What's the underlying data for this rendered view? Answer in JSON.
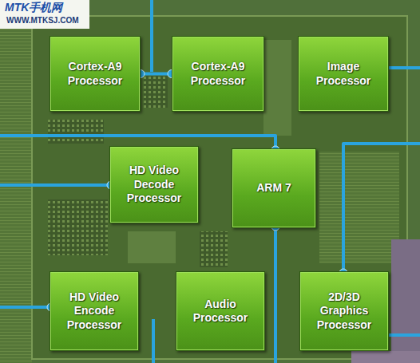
{
  "diagram": {
    "nodes": [
      {
        "text": [
          "Cortex-A9 Processor"
        ]
      },
      {
        "text": [
          "Cortex-A9 Processor"
        ]
      },
      {
        "text": [
          "Image Processor"
        ]
      },
      {
        "text": [
          "HD Video Decode Processor"
        ]
      },
      {
        "text": [
          "ARM 7"
        ]
      },
      {
        "text": [
          "HD Video Encode Processor"
        ]
      },
      {
        "text": [
          "Audio Processor"
        ]
      },
      {
        "text": [
          "2D/3D Graphics Processor"
        ]
      }
    ],
    "edges": [
      {
        "from": 0,
        "to": 1,
        "arrow": "none"
      }
    ],
    "labels": [
      "MTK手机网",
      "WWW.MTKSJ.COM"
    ]
  }
}
